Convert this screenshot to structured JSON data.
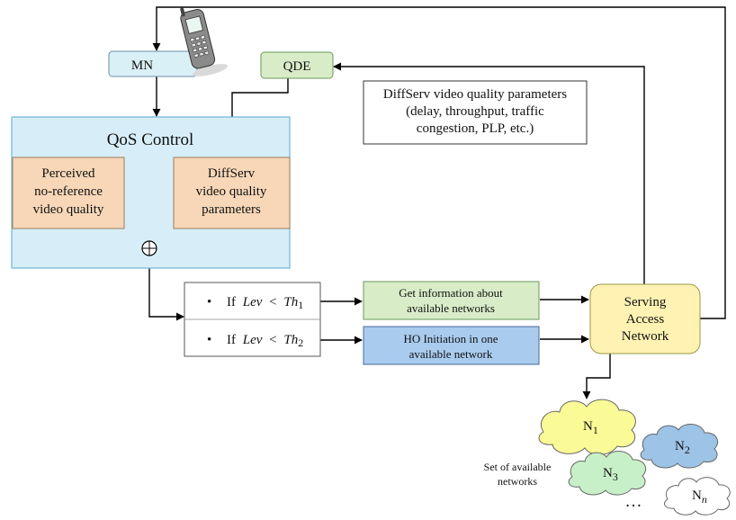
{
  "nodes": {
    "mn": "MN",
    "qde": "QDE",
    "qos_title": "QoS Control",
    "perceived": [
      "Perceived",
      "no-reference",
      "video quality"
    ],
    "diffserv_box": [
      "DiffServ",
      "video quality",
      "parameters"
    ],
    "diffserv_note": [
      "DiffServ video quality parameters",
      "(delay, throughput, traffic",
      "congestion, PLP, etc.)"
    ],
    "get_info": [
      "Get information about",
      "available networks"
    ],
    "ho_initiation": [
      "HO Initiation in one",
      "available network"
    ],
    "serving": [
      "Serving",
      "Access",
      "Network"
    ]
  },
  "conditions": [
    {
      "bullet": "•",
      "prefix": "If",
      "var": "Lev",
      "op": "<",
      "th": "Th",
      "sub": "1"
    },
    {
      "bullet": "•",
      "prefix": "If",
      "var": "Lev",
      "op": "<",
      "th": "Th",
      "sub": "2"
    }
  ],
  "networks": {
    "caption": [
      "Set of available",
      "networks"
    ],
    "ellipsis": "…",
    "items": [
      {
        "base": "N",
        "sub": "1"
      },
      {
        "base": "N",
        "sub": "2"
      },
      {
        "base": "N",
        "sub": "3"
      },
      {
        "base": "N",
        "sub": "n"
      }
    ]
  },
  "colors": {
    "mn_fill": "#d9f0f7",
    "qos_fill": "#d7eef8",
    "qos_border": "#6fb6d8",
    "orange_fill": "#f8d7b8",
    "green_fill": "#d8ecc8",
    "blue_fill": "#a9cbee",
    "serving_fill": "#fff2b3",
    "cloud_yellow": "#fafa96",
    "cloud_blue": "#9dc3e6",
    "cloud_green": "#c8f0c8",
    "cloud_white": "#ffffff"
  }
}
